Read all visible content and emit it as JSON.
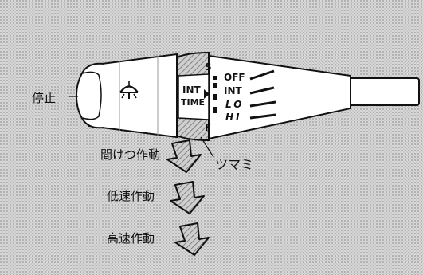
{
  "labels": {
    "stop": "停止",
    "knob": "ツマミ",
    "intermittent": "間けつ作動",
    "low_speed": "低速作動",
    "high_speed": "高速作動"
  },
  "ring": {
    "int": "INT",
    "time": "TIME",
    "s": "S",
    "f": "F"
  },
  "positions": {
    "off": "OFF",
    "int": "INT",
    "lo": "LO",
    "hi": "HI"
  },
  "icons": {
    "washer": "windshield-washer-icon",
    "indicator": "triangle-pointer-icon",
    "arrow": "down-arrow-icon"
  },
  "colors": {
    "background": "#d8d8d8",
    "body": "#ffffff",
    "ink": "#111111",
    "arrow": "#a0a0a0"
  }
}
